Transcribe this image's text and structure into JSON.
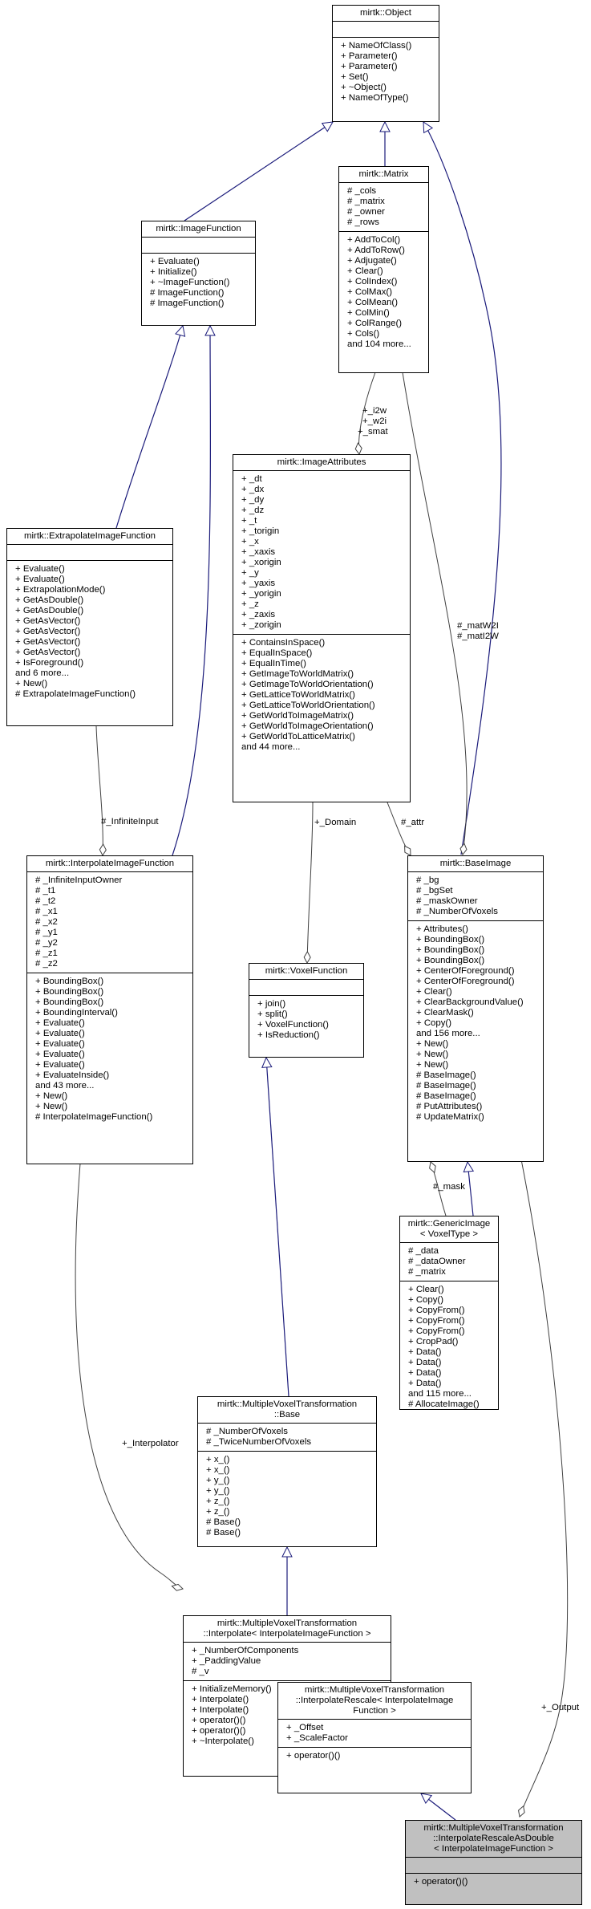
{
  "classes": [
    {
      "id": "object",
      "name_lines": [
        "mirtk::Object"
      ],
      "attributes": [],
      "methods": [
        "+ NameOfClass()",
        "+ Parameter()",
        "+ Parameter()",
        "+ Set()",
        "+ ~Object()",
        "+ NameOfType()"
      ]
    },
    {
      "id": "matrix",
      "name_lines": [
        "mirtk::Matrix"
      ],
      "attributes": [
        "# _cols",
        "# _matrix",
        "# _owner",
        "# _rows"
      ],
      "methods": [
        "+ AddToCol()",
        "+ AddToRow()",
        "+ Adjugate()",
        "+ Clear()",
        "+ ColIndex()",
        "+ ColMax()",
        "+ ColMean()",
        "+ ColMin()",
        "+ ColRange()",
        "+ Cols()",
        "and 104 more..."
      ]
    },
    {
      "id": "image-function",
      "name_lines": [
        "mirtk::ImageFunction"
      ],
      "attributes": [],
      "methods": [
        "+ Evaluate()",
        "+ Initialize()",
        "+ ~ImageFunction()",
        "# ImageFunction()",
        "# ImageFunction()"
      ]
    },
    {
      "id": "image-attributes",
      "name_lines": [
        "mirtk::ImageAttributes"
      ],
      "attributes": [
        "+ _dt",
        "+ _dx",
        "+ _dy",
        "+ _dz",
        "+ _t",
        "+ _torigin",
        "+ _x",
        "+ _xaxis",
        "+ _xorigin",
        "+ _y",
        "+ _yaxis",
        "+ _yorigin",
        "+ _z",
        "+ _zaxis",
        "+ _zorigin"
      ],
      "methods": [
        "+ ContainsInSpace()",
        "+ EqualInSpace()",
        "+ EqualInTime()",
        "+ GetImageToWorldMatrix()",
        "+ GetImageToWorldOrientation()",
        "+ GetLatticeToWorldMatrix()",
        "+ GetLatticeToWorldOrientation()",
        "+ GetWorldToImageMatrix()",
        "+ GetWorldToImageOrientation()",
        "+ GetWorldToLatticeMatrix()",
        "and 44 more..."
      ]
    },
    {
      "id": "extrapolate-image-function",
      "name_lines": [
        "mirtk::ExtrapolateImageFunction"
      ],
      "attributes": [],
      "methods": [
        "+ Evaluate()",
        "+ Evaluate()",
        "+ ExtrapolationMode()",
        "+ GetAsDouble()",
        "+ GetAsDouble()",
        "+ GetAsVector()",
        "+ GetAsVector()",
        "+ GetAsVector()",
        "+ GetAsVector()",
        "+ IsForeground()",
        "and 6 more...",
        "+ New()",
        "# ExtrapolateImageFunction()"
      ]
    },
    {
      "id": "interpolate-image-function",
      "name_lines": [
        "mirtk::InterpolateImageFunction"
      ],
      "attributes": [
        "# _InfiniteInputOwner",
        "# _t1",
        "# _t2",
        "# _x1",
        "# _x2",
        "# _y1",
        "# _y2",
        "# _z1",
        "# _z2"
      ],
      "methods": [
        "+ BoundingBox()",
        "+ BoundingBox()",
        "+ BoundingBox()",
        "+ BoundingInterval()",
        "+ Evaluate()",
        "+ Evaluate()",
        "+ Evaluate()",
        "+ Evaluate()",
        "+ Evaluate()",
        "+ EvaluateInside()",
        "and 43 more...",
        "+ New()",
        "+ New()",
        "# InterpolateImageFunction()"
      ]
    },
    {
      "id": "base-image",
      "name_lines": [
        "mirtk::BaseImage"
      ],
      "attributes": [
        "# _bg",
        "# _bgSet",
        "# _maskOwner",
        "# _NumberOfVoxels"
      ],
      "methods": [
        "+ Attributes()",
        "+ BoundingBox()",
        "+ BoundingBox()",
        "+ BoundingBox()",
        "+ CenterOfForeground()",
        "+ CenterOfForeground()",
        "+ Clear()",
        "+ ClearBackgroundValue()",
        "+ ClearMask()",
        "+ Copy()",
        "and 156 more...",
        "+ New()",
        "+ New()",
        "+ New()",
        "# BaseImage()",
        "# BaseImage()",
        "# BaseImage()",
        "# PutAttributes()",
        "# UpdateMatrix()"
      ]
    },
    {
      "id": "voxel-function",
      "name_lines": [
        "mirtk::VoxelFunction"
      ],
      "attributes": [],
      "methods": [
        "+ join()",
        "+ split()",
        "+ VoxelFunction()",
        "+ IsReduction()"
      ]
    },
    {
      "id": "generic-image",
      "name_lines": [
        "mirtk::GenericImage",
        "< VoxelType >"
      ],
      "attributes": [
        "# _data",
        "# _dataOwner",
        "# _matrix"
      ],
      "methods": [
        "+ Clear()",
        "+ Copy()",
        "+ CopyFrom()",
        "+ CopyFrom()",
        "+ CopyFrom()",
        "+ CropPad()",
        "+ Data()",
        "+ Data()",
        "+ Data()",
        "+ Data()",
        "and 115 more...",
        "# AllocateImage()"
      ]
    },
    {
      "id": "mvt-base",
      "name_lines": [
        "mirtk::MultipleVoxelTransformation",
        "::Base"
      ],
      "attributes": [
        "# _NumberOfVoxels",
        "# _TwiceNumberOfVoxels"
      ],
      "methods": [
        "+ x_()",
        "+ x_()",
        "+ y_()",
        "+ y_()",
        "+ z_()",
        "+ z_()",
        "# Base()",
        "# Base()"
      ]
    },
    {
      "id": "mvt-interpolate",
      "name_lines": [
        "mirtk::MultipleVoxelTransformation",
        "::Interpolate< InterpolateImageFunction >"
      ],
      "attributes": [
        "+ _NumberOfComponents",
        "+ _PaddingValue",
        "# _v"
      ],
      "methods": [
        "+ InitializeMemory()",
        "+ Interpolate()",
        "+ Interpolate()",
        "+ operator()()",
        "+ operator()()",
        "+ ~Interpolate()"
      ]
    },
    {
      "id": "mvt-interpolate-rescale",
      "name_lines": [
        "mirtk::MultipleVoxelTransformation",
        "::InterpolateRescale< InterpolateImage",
        "Function >"
      ],
      "attributes": [
        "+ _Offset",
        "+ _ScaleFactor"
      ],
      "methods": [
        "+ operator()()"
      ]
    },
    {
      "id": "mvt-interpolate-rescale-as-double",
      "name_lines": [
        "mirtk::MultipleVoxelTransformation",
        "::InterpolateRescaleAsDouble",
        "< InterpolateImageFunction >"
      ],
      "attributes": [],
      "methods": [
        "+ operator()()"
      ]
    }
  ],
  "edge_labels": {
    "i2w": "+_i2w",
    "w2i": "+_w2i",
    "smat": "+_smat",
    "mat_w2i": "#_matW2I",
    "mat_i2w": "#_matI2W",
    "infinite_input": "#_InfiniteInput",
    "domain": "+_Domain",
    "attr": "#_attr",
    "mask": "#_mask",
    "interpolator": "+_Interpolator",
    "output": "+_Output"
  },
  "colors": {
    "inheritance": "#1a1a7a",
    "usage": "#404040",
    "highlight_fill": "#c0c0c0"
  }
}
